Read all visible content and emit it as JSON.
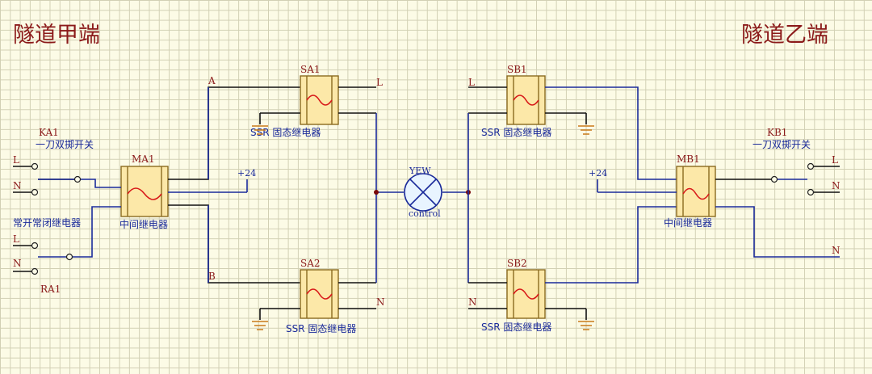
{
  "titles": {
    "left": "隧道甲端",
    "right": "隧道乙端"
  },
  "switches": {
    "ka1": {
      "id": "KA1",
      "desc": "一刀双掷开关",
      "l": "L",
      "n": "N"
    },
    "kb1": {
      "id": "KB1",
      "desc": "一刀双掷开关",
      "l": "L",
      "n": "N"
    }
  },
  "ra1": {
    "id": "RA1",
    "desc": "常开常闭继电器",
    "l": "L",
    "n": "N"
  },
  "relays": {
    "ma1": {
      "id": "MA1",
      "desc": "中间继电器"
    },
    "mb1": {
      "id": "MB1",
      "desc": "中间继电器"
    },
    "sa1": {
      "id": "SA1",
      "desc": "SSR 固态继电器"
    },
    "sa2": {
      "id": "SA2",
      "desc": "SSR  固态继电器"
    },
    "sb1": {
      "id": "SB1",
      "desc": "SSR 固态继电器"
    },
    "sb2": {
      "id": "SB2",
      "desc": "SSR 固态继电器"
    }
  },
  "wire_labels": {
    "a": "A",
    "b": "B",
    "sa1_out": "L",
    "sa2_out": "N",
    "sb1_in": "L",
    "sb2_in": "N",
    "right_n": "N"
  },
  "supply": {
    "left": "+24",
    "right": "+24"
  },
  "lamp": {
    "top": "YEW",
    "bottom": "control"
  }
}
